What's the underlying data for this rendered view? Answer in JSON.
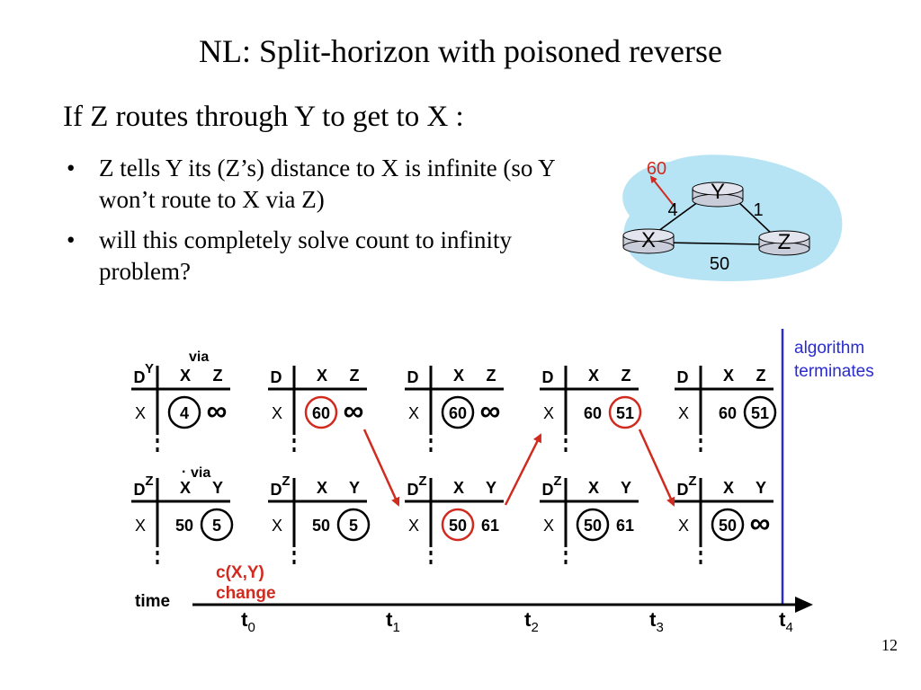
{
  "slide": {
    "title": "NL: Split-horizon with poisoned reverse",
    "heading": "If Z routes through Y to get to X :",
    "bullets": [
      "Z tells Y its (Z’s) distance to X is infinite (so Y won’t route to X via Z)",
      "will this completely solve count to infinity problem?"
    ],
    "page_number": "12"
  },
  "topology": {
    "nodes": [
      "X",
      "Y",
      "Z"
    ],
    "link_costs": {
      "xy": "4",
      "yz": "1",
      "xz": "50"
    },
    "new_xy_cost": "60",
    "cloud_color": "#b7e4f4"
  },
  "timeline": {
    "time_label": "time",
    "change_label_line1": "c(X,Y)",
    "change_label_line2": "change",
    "terminates_line1": "algorithm",
    "terminates_line2": "terminates",
    "via_label": "via",
    "marks": [
      {
        "base": "t",
        "sub": "0"
      },
      {
        "base": "t",
        "sub": "1"
      },
      {
        "base": "t",
        "sub": "2"
      },
      {
        "base": "t",
        "sub": "3"
      },
      {
        "base": "t",
        "sub": "4"
      }
    ]
  },
  "tables": {
    "y": [
      {
        "owner": "Y",
        "dest": "X",
        "col1": "X",
        "col2": "Z",
        "val1": "4",
        "val2": "∞",
        "circle": "1",
        "circle_color": "#000000"
      },
      {
        "owner": "",
        "dest": "X",
        "col1": "X",
        "col2": "Z",
        "val1": "60",
        "val2": "∞",
        "circle": "1",
        "circle_color": "#d12a1f"
      },
      {
        "owner": "",
        "dest": "X",
        "col1": "X",
        "col2": "Z",
        "val1": "60",
        "val2": "∞",
        "circle": "1",
        "circle_color": "#000000"
      },
      {
        "owner": "",
        "dest": "X",
        "col1": "X",
        "col2": "Z",
        "val1": "60",
        "val2": "51",
        "circle": "2",
        "circle_color": "#d12a1f"
      },
      {
        "owner": "",
        "dest": "X",
        "col1": "X",
        "col2": "Z",
        "val1": "60",
        "val2": "51",
        "circle": "2",
        "circle_color": "#000000"
      }
    ],
    "z": [
      {
        "owner": "Z",
        "dest": "X",
        "col1": "X",
        "col2": "Y",
        "val1": "50",
        "val2": "5",
        "circle": "2",
        "circle_color": "#000000"
      },
      {
        "owner": "Z",
        "dest": "X",
        "col1": "X",
        "col2": "Y",
        "val1": "50",
        "val2": "5",
        "circle": "2",
        "circle_color": "#000000"
      },
      {
        "owner": "Z",
        "dest": "X",
        "col1": "X",
        "col2": "Y",
        "val1": "50",
        "val2": "61",
        "circle": "1",
        "circle_color": "#d12a1f"
      },
      {
        "owner": "Z",
        "dest": "X",
        "col1": "X",
        "col2": "Y",
        "val1": "50",
        "val2": "61",
        "circle": "1",
        "circle_color": "#000000"
      },
      {
        "owner": "Z",
        "dest": "X",
        "col1": "X",
        "col2": "Y",
        "val1": "50",
        "val2": "∞",
        "circle": "1",
        "circle_color": "#000000"
      }
    ]
  },
  "colors": {
    "accent_red": "#d12a1f",
    "accent_blue": "#2a2bd0",
    "ink": "#000000"
  }
}
